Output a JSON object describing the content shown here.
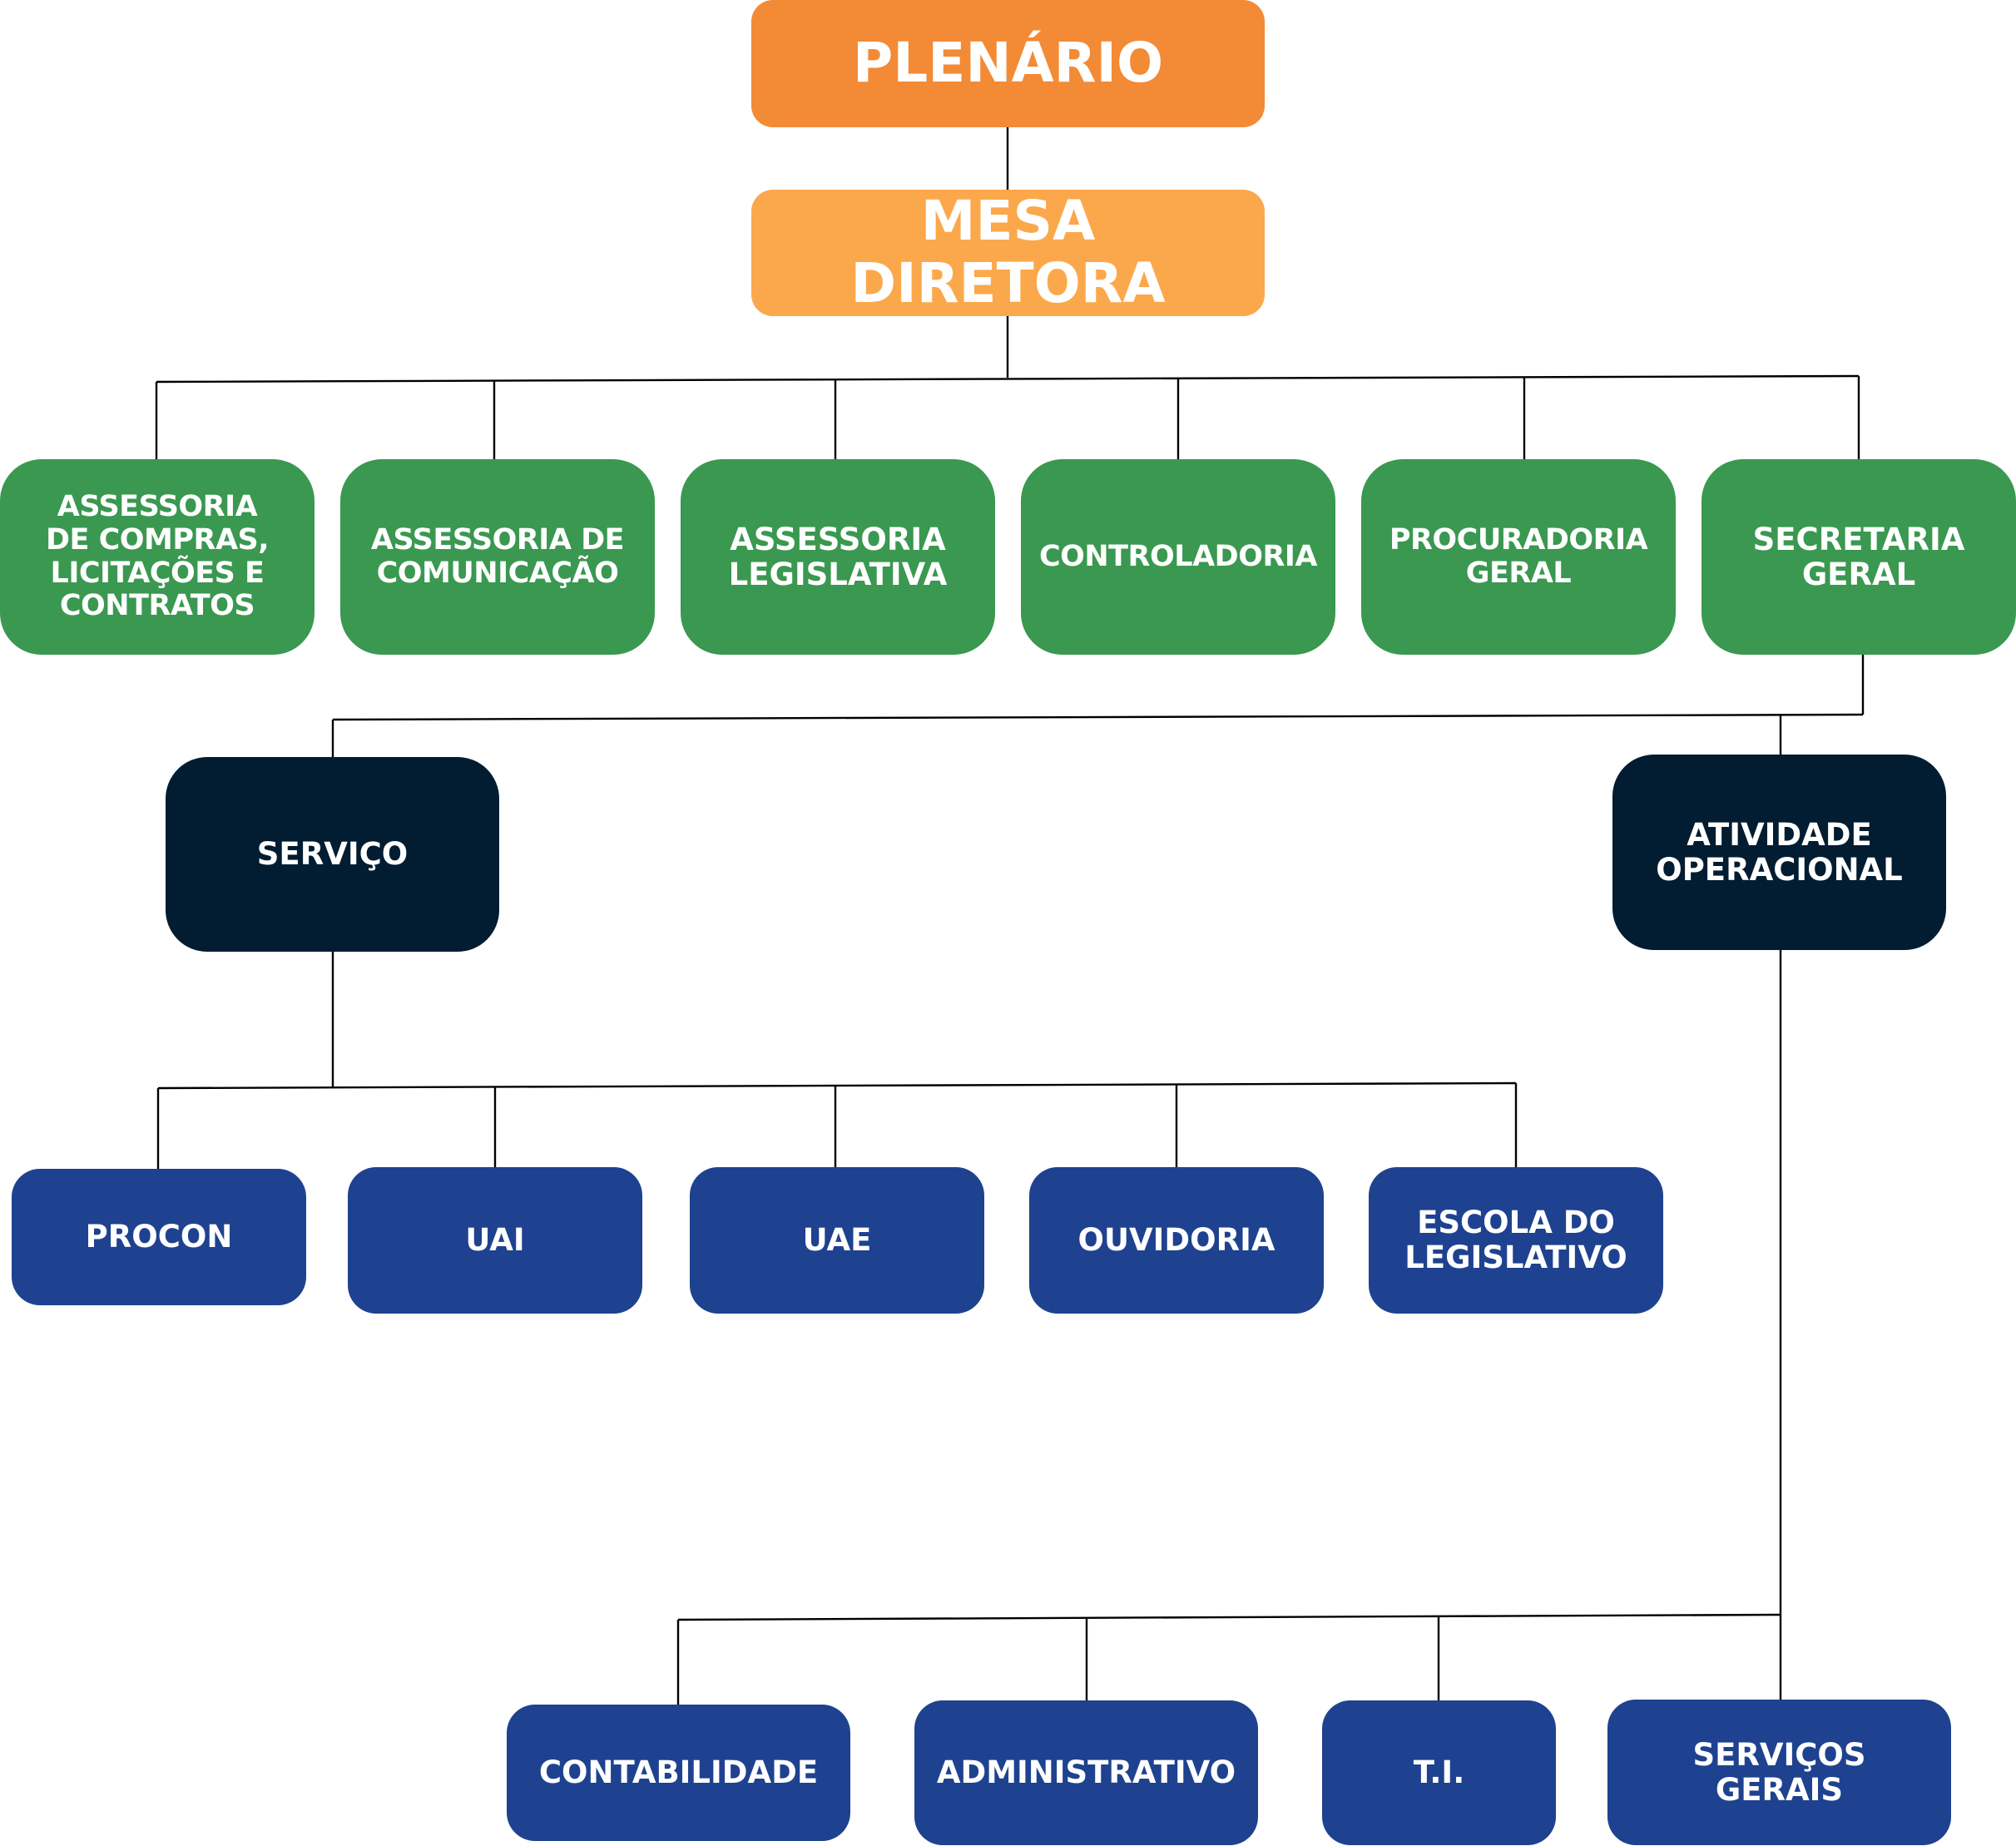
{
  "top": {
    "plenario": "PLENÁRIO",
    "mesa": "MESA DIRETORA"
  },
  "assessorias": {
    "compras": "ASSESSORIA\nDE COMPRAS,\nLICITAÇÕES E\nCONTRATOS",
    "comunicacao": "ASSESSORIA DE\nCOMUNICAÇÃO",
    "legislativa": "ASSESSORIA\nLEGISLATIVA",
    "controladoria": "CONTROLADORIA",
    "procuradoria": "PROCURADORIA\nGERAL",
    "secretaria": "SECRETARIA\nGERAL"
  },
  "divisoes": {
    "servico": "SERVIÇO",
    "atividade": "ATIVIDADE\nOPERACIONAL"
  },
  "servico_units": {
    "procon": "PROCON",
    "uai": "UAI",
    "uae": "UAE",
    "ouvidoria": "OUVIDORIA",
    "escola": "ESCOLA DO\nLEGISLATIVO"
  },
  "operacional_units": {
    "contabilidade": "CONTABILIDADE",
    "administrativo": "ADMINISTRATIVO",
    "ti": "T.I.",
    "servicos_gerais": "SERVIÇOS\nGERAIS"
  },
  "colors": {
    "plenario": "#f38a35",
    "mesa": "#fba84c",
    "assessoria": "#3a9850",
    "divisao": "#021c31",
    "unidade": "#1e428f",
    "connector": "#000000"
  }
}
